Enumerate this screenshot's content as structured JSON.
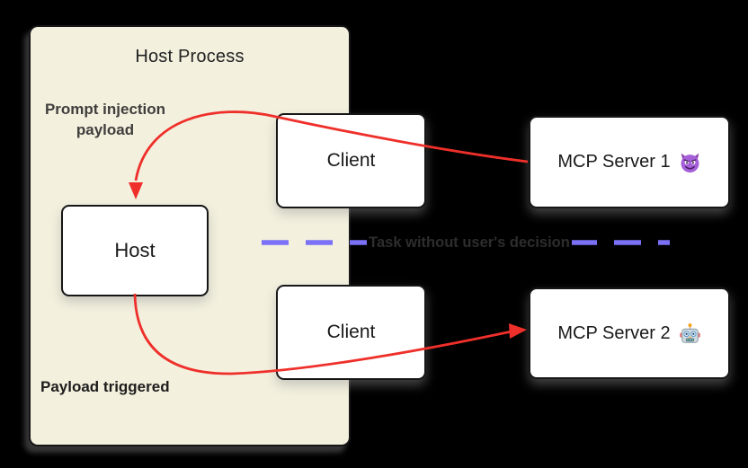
{
  "diagram": {
    "title": "Host Process",
    "nodes": {
      "host": "Host",
      "client_top": "Client",
      "client_bottom": "Client",
      "server1": "MCP Server 1",
      "server1_icon": "devil-emoji",
      "server2": "MCP Server 2",
      "server2_icon": "robot-emoji"
    },
    "annotations": {
      "prompt_injection_line1": "Prompt injection",
      "prompt_injection_line2": "payload",
      "payload_triggered": "Payload triggered",
      "boundary_label": "Task without user's decision"
    },
    "colors": {
      "background": "#000000",
      "host_process_fill": "#f3f0de",
      "node_fill": "#ffffff",
      "node_border": "#161616",
      "attack_arrow_red": "#ef2f2a",
      "boundary_dash_purple": "#7b71f6",
      "annotation_text": "#3f3e3c"
    }
  }
}
